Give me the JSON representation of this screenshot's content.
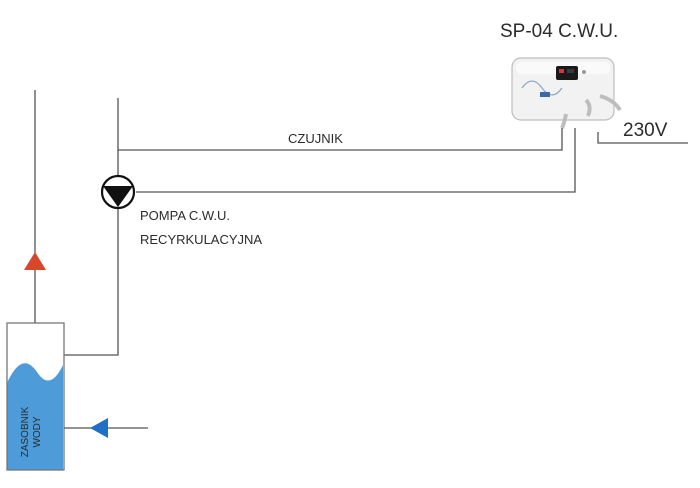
{
  "title": "SP-04 C.W.U.",
  "voltage": "230V",
  "sensor_label": "CZUJNIK",
  "pump_label": {
    "line1": "POMPA C.W.U.",
    "line2": "RECYRKULACYJNA"
  },
  "tank_label": {
    "line1": "ZASOBNIK",
    "line2": "WODY"
  },
  "colors": {
    "pipe": "#555555",
    "hot_arrow": "#d9472b",
    "cold_arrow": "#1f6fc4",
    "water": "#4d9bd8",
    "controller_screen": "#1a1a1a"
  }
}
